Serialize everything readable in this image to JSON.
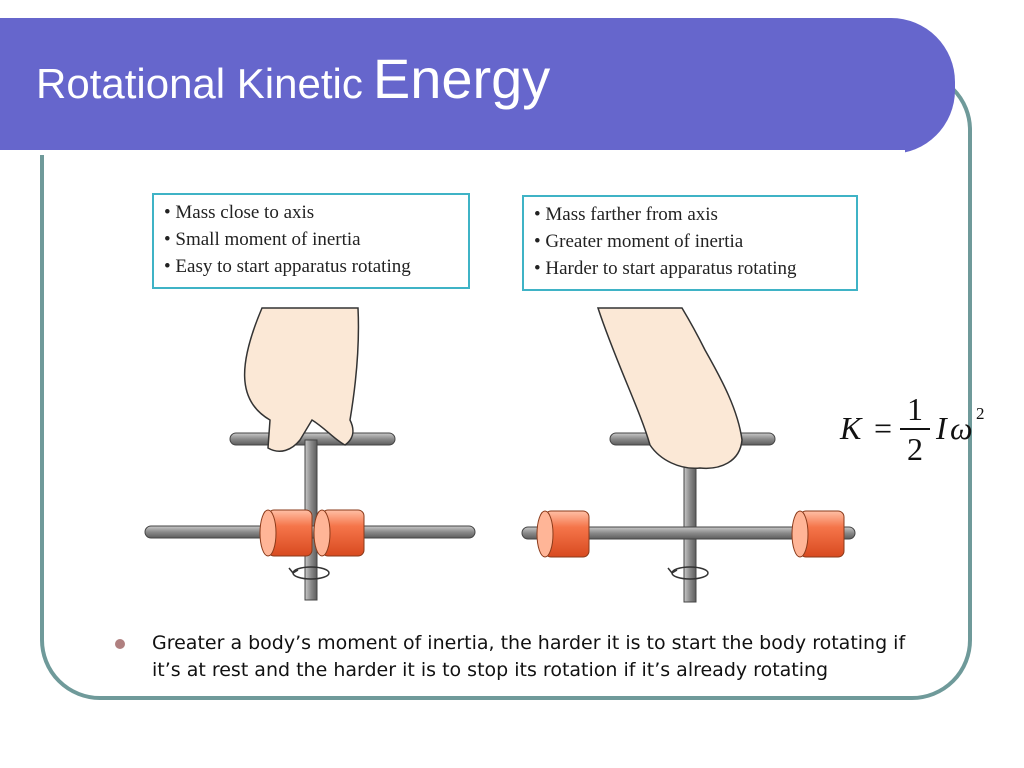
{
  "slide": {
    "title_part1": "Rotational Kinetic",
    "title_part2": "Energy"
  },
  "left_box": {
    "items": [
      "• Mass close to axis",
      "• Small moment of inertia",
      "• Easy to start apparatus rotating"
    ]
  },
  "right_box": {
    "items": [
      "• Mass farther from axis",
      "• Greater moment of inertia",
      "• Harder to start apparatus rotating"
    ]
  },
  "formula": {
    "lhs": "K",
    "equals": "=",
    "numerator": "1",
    "denominator": "2",
    "inertia": "I",
    "omega": "ω",
    "exponent": "2"
  },
  "bullet": {
    "text": "Greater a body’s moment of inertia, the harder it is to start the body rotating if it’s at rest and the harder it is to stop its rotation if it’s already rotating"
  },
  "colors": {
    "title_bar": "#6666cc",
    "frame": "#6f9a9a",
    "box_border": "#3fb3c6",
    "mass": "#f06840",
    "rod": "#8a8a8a",
    "hand": "#fbe8d6"
  },
  "icons": {
    "rotation_arrow": "rotation-arrow-icon",
    "bullet": "bullet-dot-icon"
  }
}
